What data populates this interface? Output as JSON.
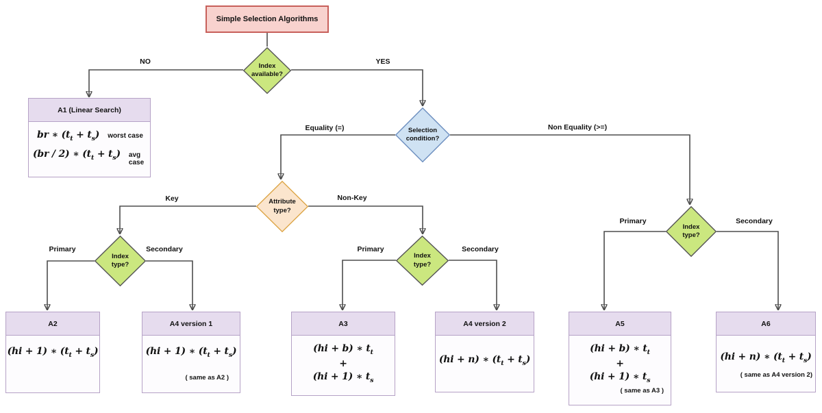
{
  "colors": {
    "root_fill": "#f8d2ce",
    "root_border": "#c75f5a",
    "decision_green_fill": "#cbe77f",
    "decision_green_border": "#545454",
    "decision_blue_fill": "#cfe2f3",
    "decision_blue_border": "#6c8ebf",
    "decision_orange_fill": "#fbe5cd",
    "decision_orange_border": "#dda648",
    "result_header_fill": "#e6dcee",
    "result_border": "#b5a1c6",
    "edge_color": "#4d4d4d"
  },
  "root": {
    "label": "Simple Selection Algorithms"
  },
  "decisions": {
    "index_available": {
      "text": "Index\navailable?"
    },
    "selection_condition": {
      "text": "Selection\ncondition?"
    },
    "attribute_type": {
      "text": "Attribute\ntype?"
    },
    "index_type_left": {
      "text": "Index\ntype?"
    },
    "index_type_mid": {
      "text": "Index\ntype?"
    },
    "index_type_right": {
      "text": "Index\ntype?"
    }
  },
  "edge_labels": {
    "no": "NO",
    "yes": "YES",
    "equality": "Equality (=)",
    "non_equality": "Non Equality (>=)",
    "key": "Key",
    "non_key": "Non-Key",
    "primary_left": "Primary",
    "secondary_left": "Secondary",
    "primary_mid": "Primary",
    "secondary_mid": "Secondary",
    "primary_right": "Primary",
    "secondary_right": "Secondary"
  },
  "result_boxes": {
    "a1": {
      "title": "A1 (Linear Search)",
      "rows": [
        {
          "segs": [
            "br ∗ (t",
            {
              "s": "t"
            },
            " + t",
            {
              "s": "s"
            },
            ")"
          ],
          "note": "worst case"
        },
        {
          "segs": [
            "(br / 2) ∗ (t",
            {
              "s": "t"
            },
            " + t",
            {
              "s": "s"
            },
            ")"
          ],
          "note": "avg case"
        }
      ]
    },
    "a2": {
      "title": "A2",
      "formula": [
        "(hi + 1) ∗ (t",
        {
          "s": "t"
        },
        " + t",
        {
          "s": "s"
        },
        ")"
      ]
    },
    "a4v1": {
      "title": "A4 version 1",
      "formula": [
        "(hi + 1) ∗ (t",
        {
          "s": "t"
        },
        " + t",
        {
          "s": "s"
        },
        ")"
      ],
      "note": "( same as A2 )"
    },
    "a3": {
      "title": "A3",
      "lines": [
        [
          "(hi + b) ∗ t",
          {
            "s": "t"
          }
        ],
        [
          "+"
        ],
        [
          "(hi + 1) ∗ t",
          {
            "s": "s"
          }
        ]
      ]
    },
    "a4v2": {
      "title": "A4 version 2",
      "formula": [
        "(hi + n) ∗ (t",
        {
          "s": "t"
        },
        " + t",
        {
          "s": "s"
        },
        ")"
      ]
    },
    "a5": {
      "title": "A5",
      "lines": [
        [
          "(hi + b) ∗ t",
          {
            "s": "t"
          }
        ],
        [
          "+"
        ],
        [
          "(hi + 1) ∗ t",
          {
            "s": "s"
          }
        ]
      ],
      "note": "( same as A3 )"
    },
    "a6": {
      "title": "A6",
      "formula": [
        "(hi + n) ∗ (t",
        {
          "s": "t"
        },
        " + t",
        {
          "s": "s"
        },
        ")"
      ],
      "note": "( same as A4 version 2)"
    }
  }
}
